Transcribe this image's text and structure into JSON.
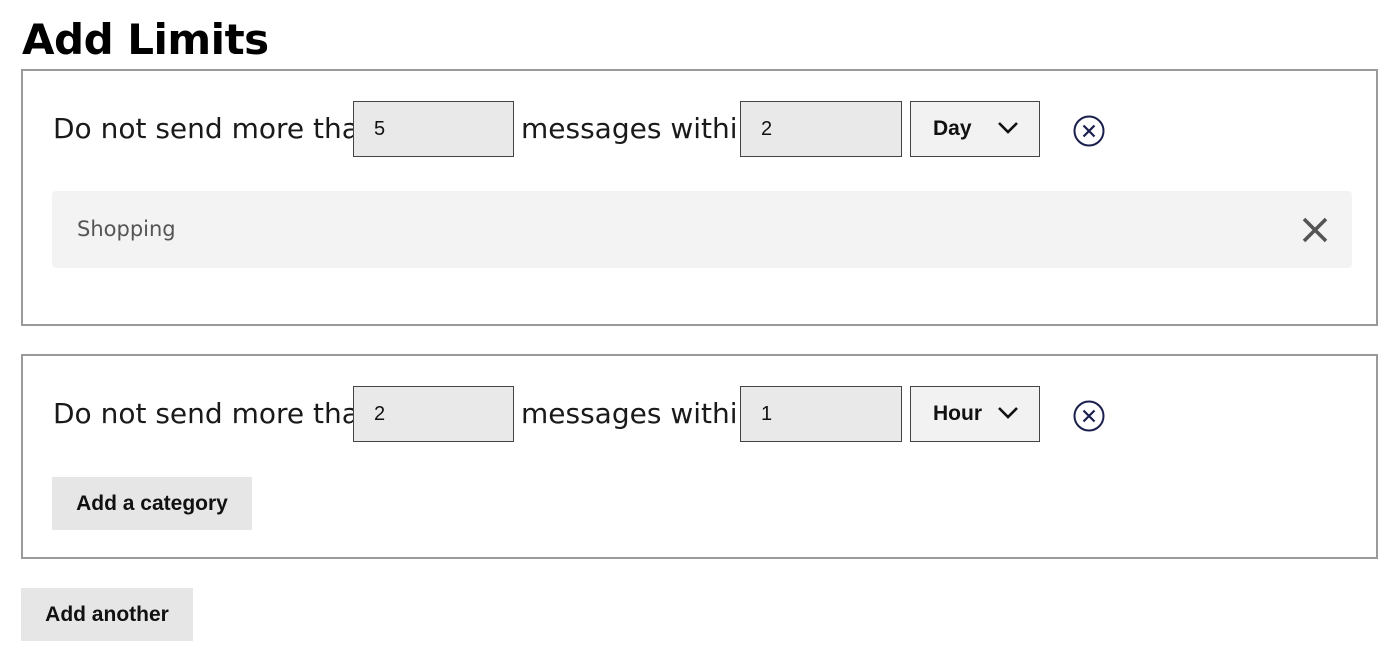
{
  "page": {
    "title": "Add Limits"
  },
  "limits": [
    {
      "prefix": "Do not send more than",
      "count": "5",
      "middle": "messages within",
      "period_value": "2",
      "period_unit": "Day",
      "category": "Shopping"
    },
    {
      "prefix": "Do not send more than",
      "count": "2",
      "middle": "messages within",
      "period_value": "1",
      "period_unit": "Hour",
      "add_category_label": "Add a category"
    }
  ],
  "actions": {
    "add_another_label": "Add another"
  },
  "icons": {
    "remove_rule": "circle-x-icon",
    "remove_category": "close-icon",
    "dropdown": "chevron-down-icon"
  },
  "colors": {
    "icon_navy": "#1b1f4d",
    "close_gray": "#555555",
    "input_bg": "#e9e9e9"
  }
}
